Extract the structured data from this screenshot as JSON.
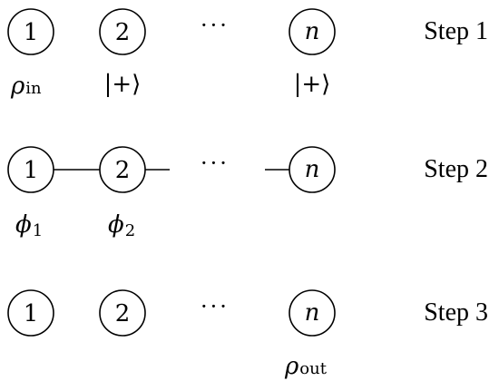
{
  "rows": [
    {
      "step_label": "Step 1",
      "nodes": [
        "1",
        "2",
        "n"
      ],
      "ellipsis": "···",
      "annotations": {
        "node1": {
          "base": "ρ",
          "sub": "in"
        },
        "node2": {
          "text": "|+⟩"
        },
        "noden": {
          "text": "|+⟩"
        }
      }
    },
    {
      "step_label": "Step 2",
      "nodes": [
        "1",
        "2",
        "n"
      ],
      "ellipsis": "···",
      "annotations": {
        "node1": {
          "base": "ϕ",
          "sub": "1"
        },
        "node2": {
          "base": "ϕ",
          "sub": "2"
        }
      }
    },
    {
      "step_label": "Step 3",
      "nodes": [
        "1",
        "2",
        "n"
      ],
      "ellipsis": "···",
      "annotations": {
        "noden": {
          "base": "ρ",
          "sub": "out"
        }
      }
    }
  ]
}
